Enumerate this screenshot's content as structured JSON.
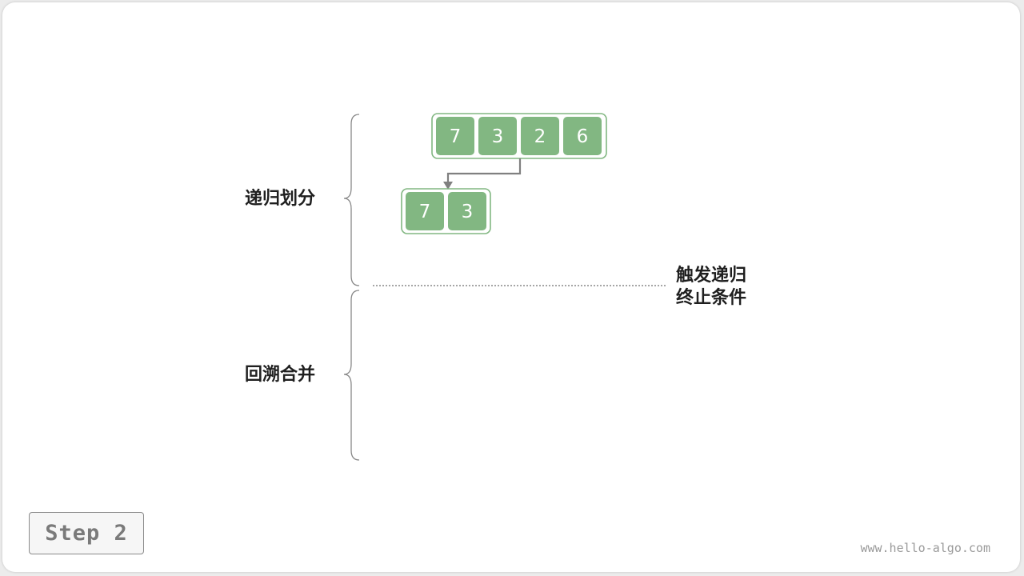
{
  "labels": {
    "divide": "递归划分",
    "merge": "回溯合并",
    "trigger_line1": "触发递归",
    "trigger_line2": "终止条件"
  },
  "arrays": {
    "top": [
      "7",
      "3",
      "2",
      "6"
    ],
    "left_half": [
      "7",
      "3"
    ]
  },
  "step": {
    "label": "Step 2"
  },
  "watermark": "www.hello-algo.com",
  "colors": {
    "cell_fill": "#82b782",
    "cell_border": "#82b782",
    "outline": "#82b782",
    "arrow": "#808080",
    "brace": "#888888",
    "dotted_line": "#888888"
  }
}
